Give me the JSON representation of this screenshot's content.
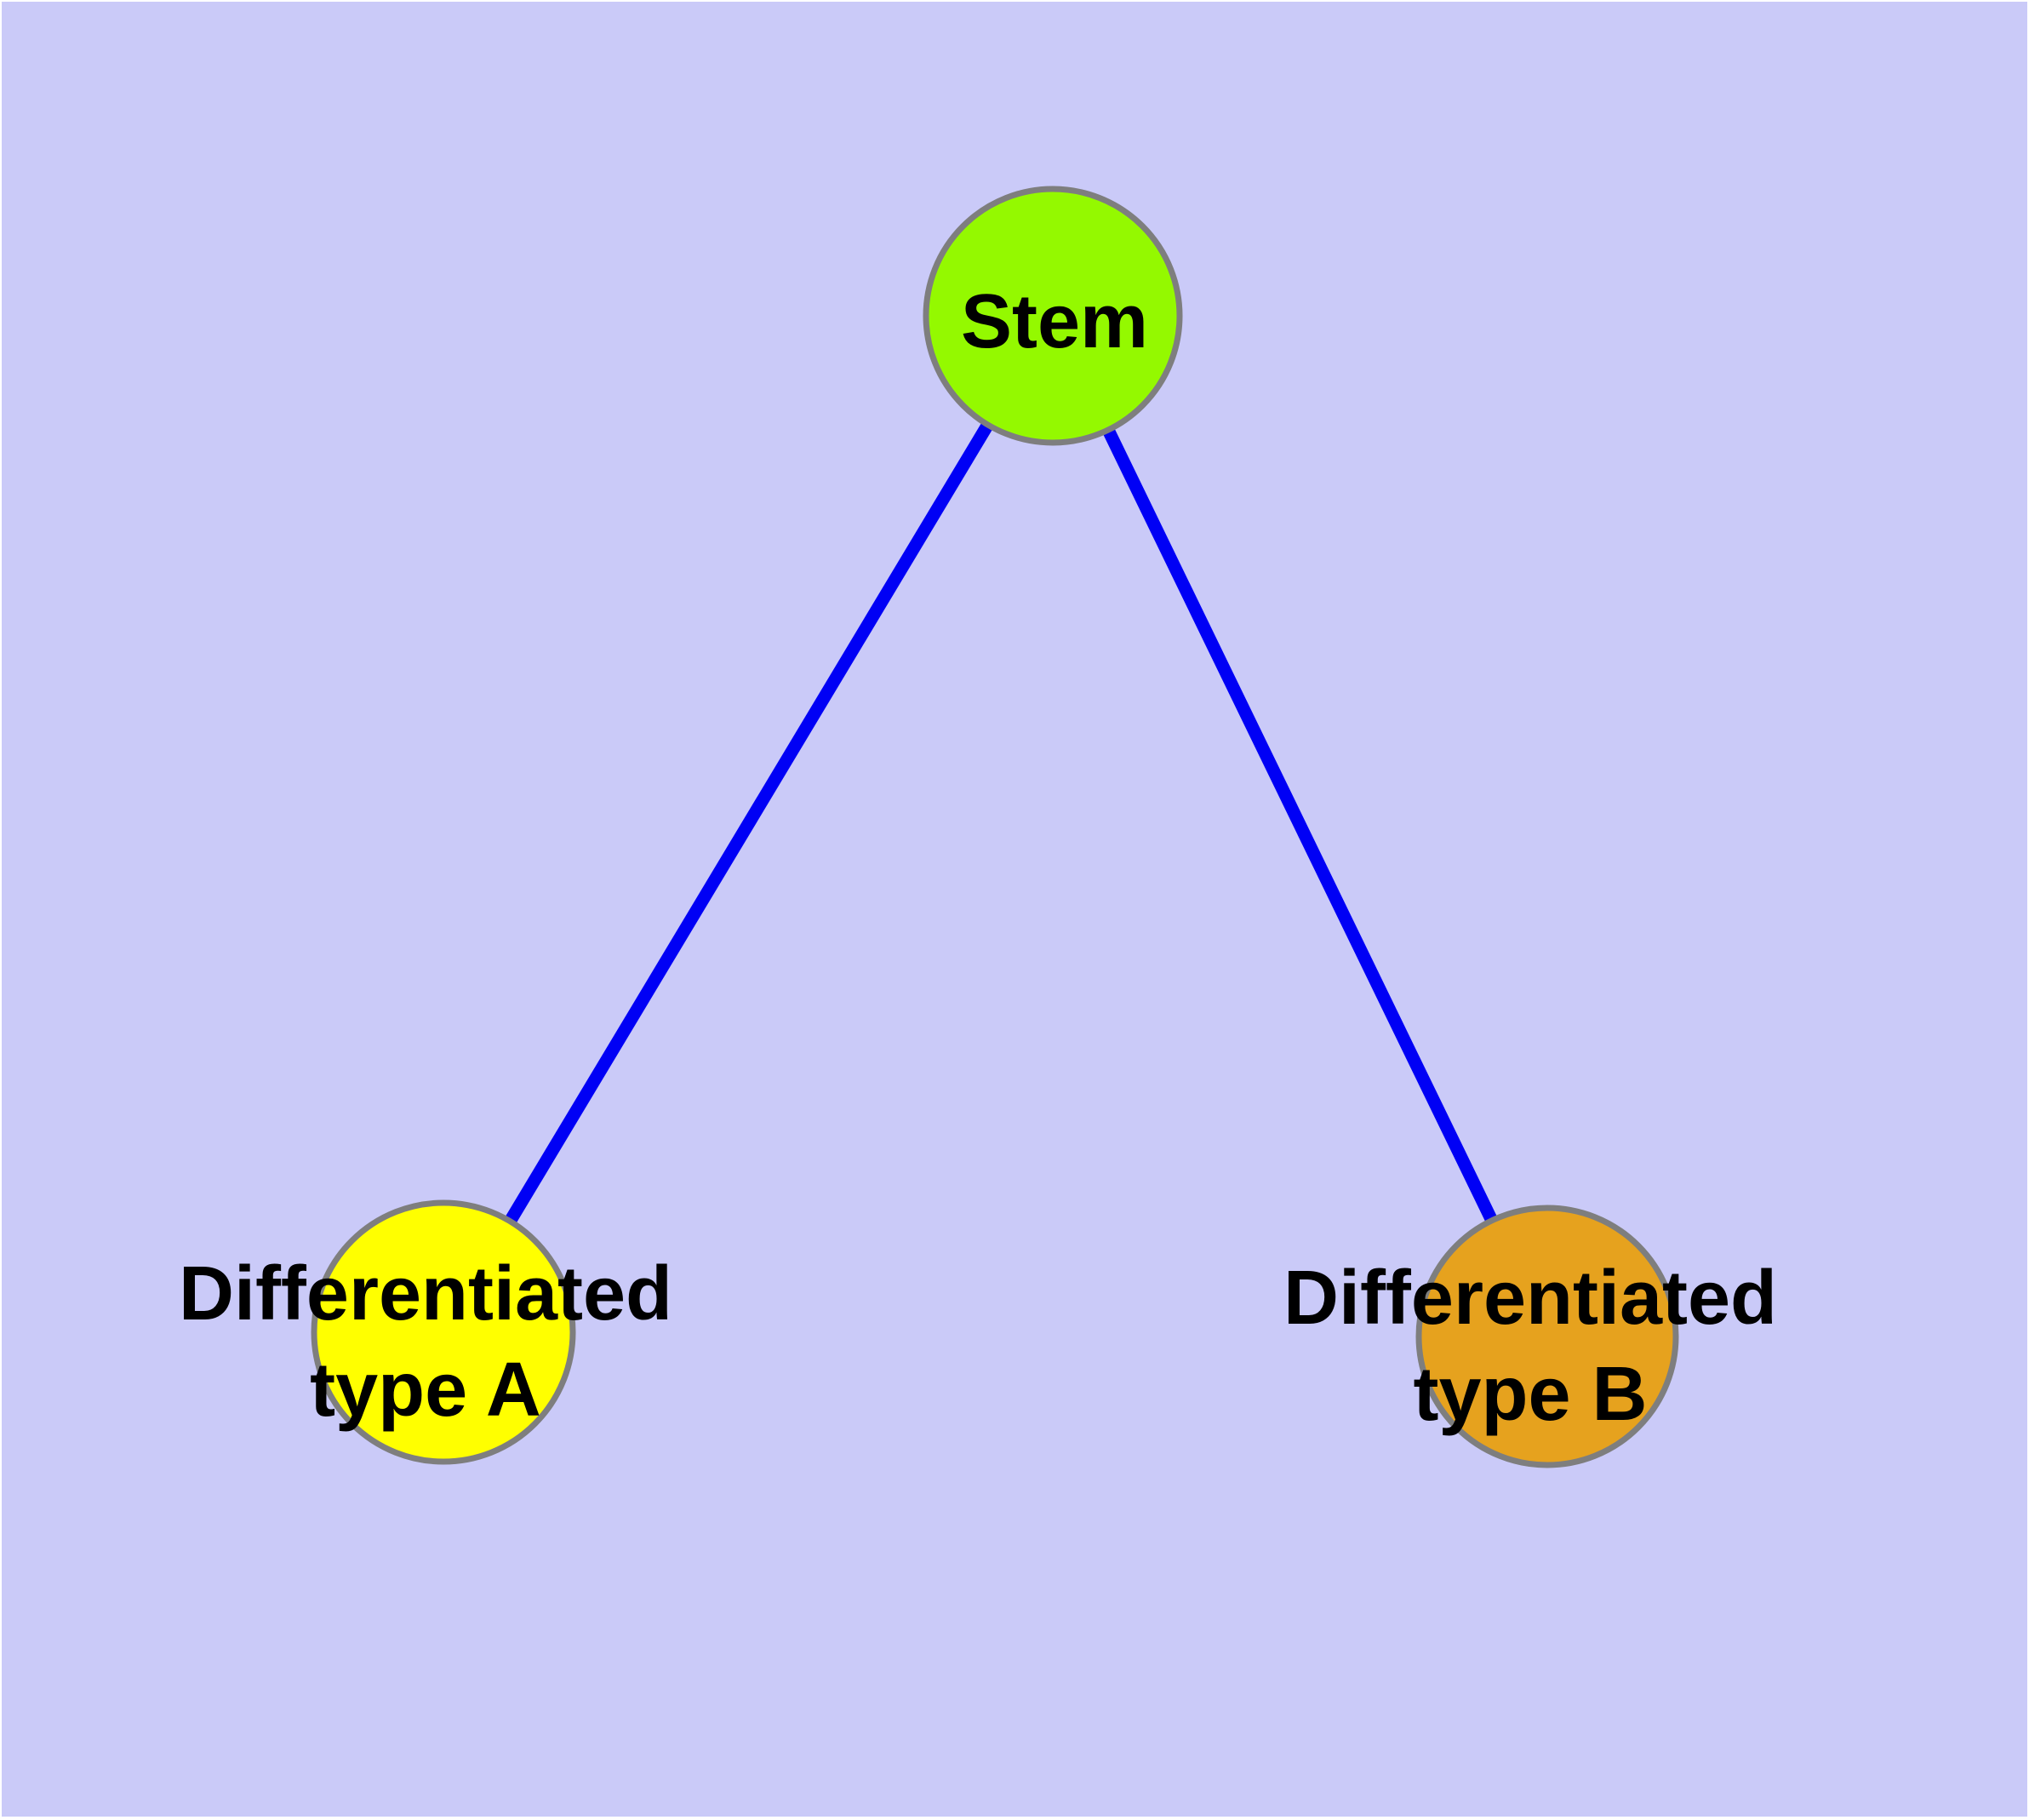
{
  "diagram": {
    "title": "",
    "colors": {
      "background": "#cacaf8",
      "page_margin": "#ffffff",
      "edge": "#0000f5",
      "node_border": "#7e7e7e",
      "label": "#000000"
    },
    "nodes": {
      "stem": {
        "id": "stem",
        "label": "Stem",
        "label_lines": [
          "Stem"
        ],
        "color": "#94f900"
      },
      "typeA": {
        "id": "typeA",
        "label_lines": [
          "Differentiated",
          "type A"
        ],
        "color": "#ffff00"
      },
      "typeB": {
        "id": "typeB",
        "label_lines": [
          "Differentiated",
          "type B"
        ],
        "color": "#e6a21e"
      }
    },
    "edges": [
      {
        "from": "stem",
        "to": "typeA"
      },
      {
        "from": "stem",
        "to": "typeB"
      }
    ]
  }
}
